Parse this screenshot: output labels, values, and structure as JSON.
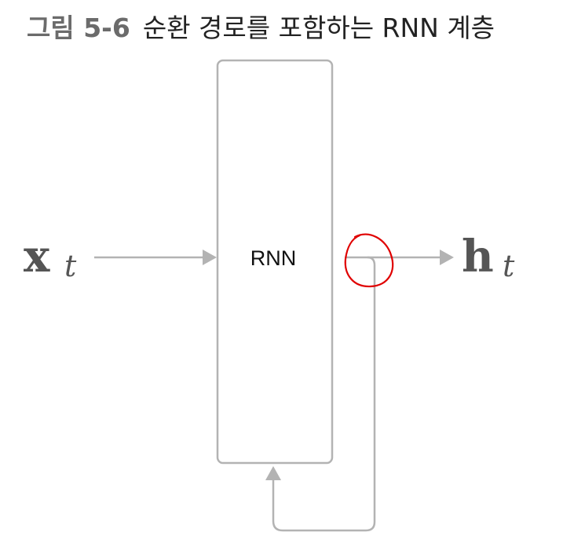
{
  "caption": {
    "number": "그림 5-6",
    "title": "순환 경로를 포함하는 RNN 계층"
  },
  "diagram": {
    "layer_label": "RNN",
    "input": {
      "symbol": "x",
      "subscript": "t"
    },
    "output": {
      "symbol": "h",
      "subscript": "t"
    },
    "colors": {
      "box_stroke": "#b3b3b3",
      "arrow": "#b3b3b3",
      "annotation": "#e00000",
      "math_text": "#555555"
    }
  }
}
